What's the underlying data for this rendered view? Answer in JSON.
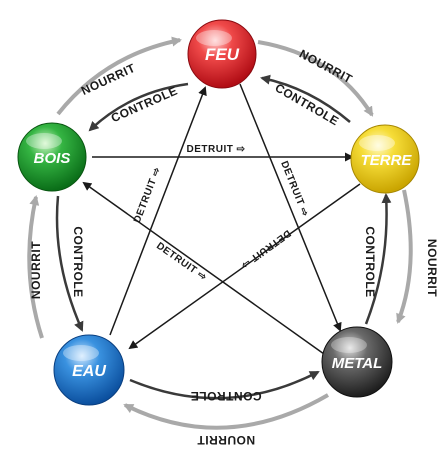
{
  "nodes": {
    "feu": {
      "label": "FEU",
      "color": "#e8232b"
    },
    "terre": {
      "label": "TERRE",
      "color": "#f2d21a"
    },
    "metal": {
      "label": "METAL",
      "color": "#4a4a4a"
    },
    "eau": {
      "label": "EAU",
      "color": "#1f7fd0"
    },
    "bois": {
      "label": "BOIS",
      "color": "#1f9a2c"
    }
  },
  "relations": {
    "nourrit": "NOURRIT",
    "controle": "CONTROLE",
    "detruit": "DETRUIT"
  },
  "colors": {
    "outer_arrow": "#a9a9a9",
    "inner_arrow": "#3a3a3a",
    "line": "#1a1a1a"
  }
}
